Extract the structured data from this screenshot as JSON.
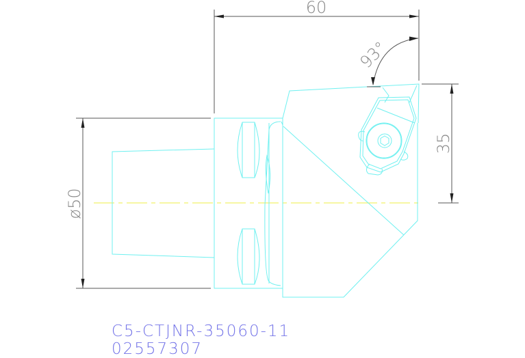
{
  "drawing": {
    "type": "technical-drawing",
    "subject": "turning tool holder with clamping unit",
    "dimensions": {
      "length": "60",
      "angle": "93°",
      "height": "35",
      "diameter": "ø50"
    },
    "colors": {
      "geometry": "#6ff0f0",
      "dimension_lines": "#555555",
      "dimension_text": "#888888",
      "centerline": "#f2f26a",
      "label_text": "#7474e8",
      "background": "#ffffff"
    }
  },
  "labels": {
    "part_code": "C5-CTJNR-35060-11",
    "part_number": "02557307"
  }
}
